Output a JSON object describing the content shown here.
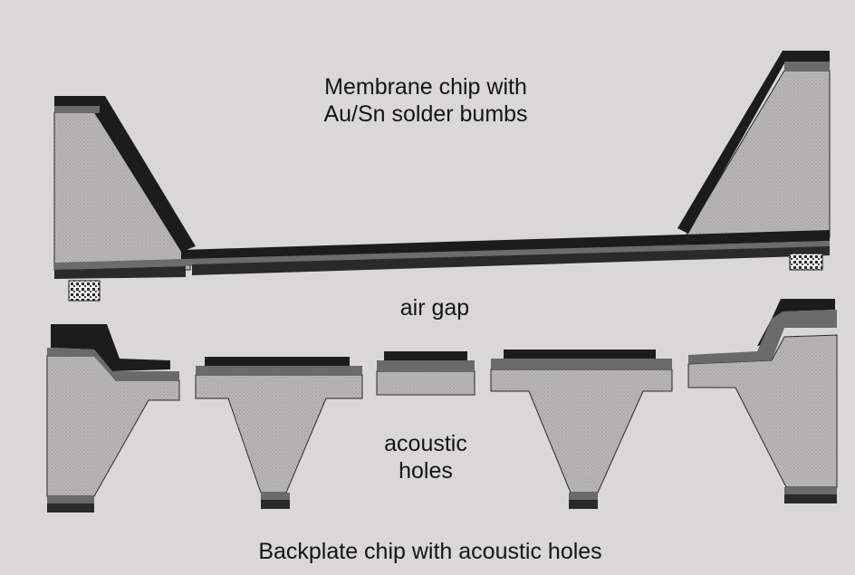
{
  "labels": {
    "membrane_chip_line1": "Membrane chip with",
    "membrane_chip_line2": "Au/Sn solder bumbs",
    "air_gap": "air gap",
    "acoustic_holes_line1": "acoustic",
    "acoustic_holes_line2": "holes",
    "backplate_chip": "Backplate chip with acoustic holes"
  },
  "colors": {
    "background": "#d9d8d6",
    "silicon": "#b6b5b3",
    "dark_layer": "#1c1c1c",
    "mid_layer": "#5a5a5a",
    "text": "#141414"
  }
}
